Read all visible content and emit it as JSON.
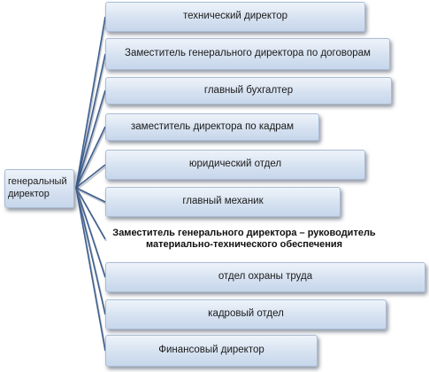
{
  "root": {
    "label": "генеральный директор"
  },
  "children": [
    {
      "label": "технический директор"
    },
    {
      "label": "Заместитель генерального директора по договорам"
    },
    {
      "label": "главный бухгалтер"
    },
    {
      "label": "заместитель директора по кадрам"
    },
    {
      "label": "юридический отдел"
    },
    {
      "label": "главный механик"
    },
    {
      "label": "Заместитель генерального директора – руководитель материально-технического обеспечения"
    },
    {
      "label": "отдел охраны труда"
    },
    {
      "label": "кадровый отдел"
    },
    {
      "label": "Финансовый директор"
    }
  ]
}
